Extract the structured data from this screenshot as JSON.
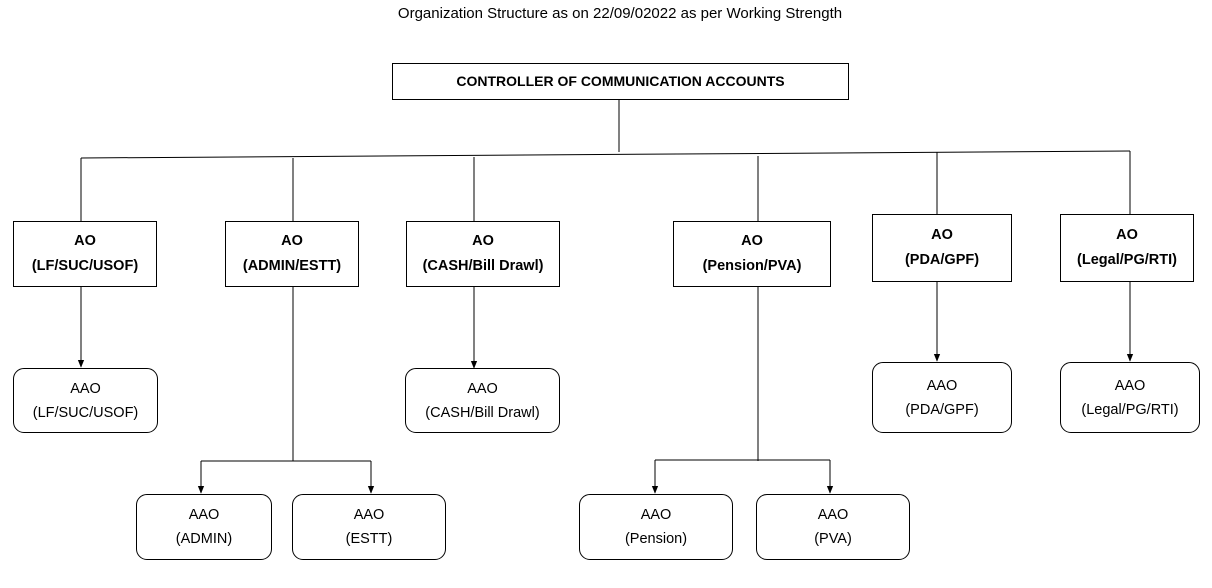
{
  "title": "Organization Structure as on 22/09/02022 as per Working Strength",
  "root": {
    "label": "CONTROLLER OF COMMUNICATION ACCOUNTS"
  },
  "ao_offices": [
    {
      "line1": "AO",
      "line2": "(LF/SUC/USOF)"
    },
    {
      "line1": "AO",
      "line2": "(ADMIN/ESTT)"
    },
    {
      "line1": "AO",
      "line2": "(CASH/Bill Drawl)"
    },
    {
      "line1": "AO",
      "line2": "(Pension/PVA)"
    },
    {
      "line1": "AO",
      "line2": "(PDA/GPF)"
    },
    {
      "line1": "AO",
      "line2": "(Legal/PG/RTI)"
    }
  ],
  "aao_offices": [
    {
      "line1": "AAO",
      "line2": "(LF/SUC/USOF)"
    },
    {
      "line1": "AAO",
      "line2": "(ADMIN)"
    },
    {
      "line1": "AAO",
      "line2": "(ESTT)"
    },
    {
      "line1": "AAO",
      "line2": "(CASH/Bill Drawl)"
    },
    {
      "line1": "AAO",
      "line2": "(Pension)"
    },
    {
      "line1": "AAO",
      "line2": "(PVA)"
    },
    {
      "line1": "AAO",
      "line2": "(PDA/GPF)"
    },
    {
      "line1": "AAO",
      "line2": "(Legal/PG/RTI)"
    }
  ]
}
